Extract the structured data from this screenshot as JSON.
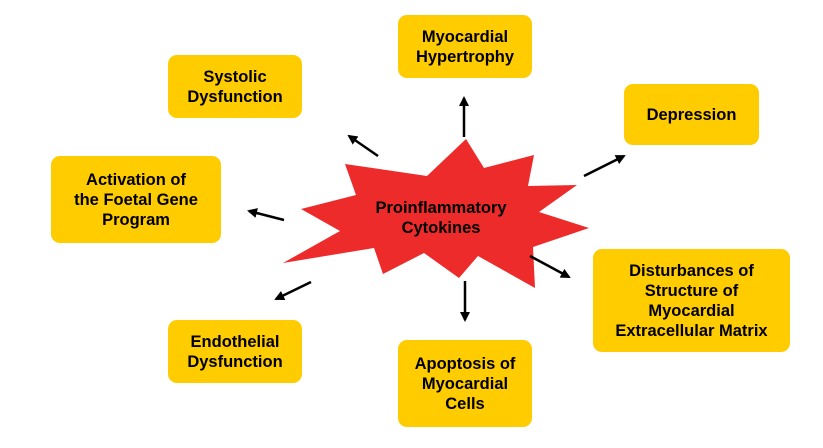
{
  "center": {
    "label": "Proinflammatory\nCytokines",
    "color": "#ee2b2b"
  },
  "boxes": {
    "systolic": "Systolic\nDysfunction",
    "hypertrophy": "Myocardial\nHypertrophy",
    "depression": "Depression",
    "foetal": "Activation of\nthe Foetal Gene\nProgram",
    "disturbances": "Disturbances of\nStructure of\nMyocardial\nExtracellular Matrix",
    "endothelial": "Endothelial\nDysfunction",
    "apoptosis": "Apoptosis of\nMyocardial\nCells"
  },
  "colors": {
    "box_fill": "#ffcc00",
    "arrow": "#000000"
  }
}
